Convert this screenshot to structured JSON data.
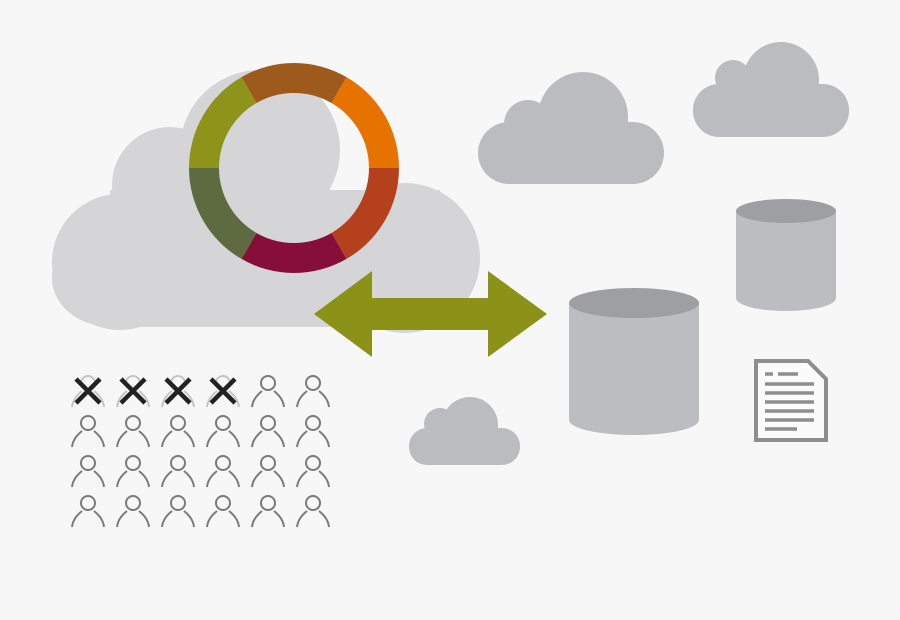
{
  "colors": {
    "background": "#f7f7f7",
    "large_cloud": "#d5d5d7",
    "small_cloud": "#bbbcbf",
    "cylinder_body": "#bcbdc0",
    "cylinder_top": "#9e9fa2",
    "arrow": "#8c9117",
    "person_stroke": "#7a7a7a",
    "cross": "#222222",
    "document_stroke": "#8e8e8e"
  },
  "ring": {
    "segments": [
      {
        "name": "top",
        "color": "#9d5a1c"
      },
      {
        "name": "upper-right",
        "color": "#e67200"
      },
      {
        "name": "lower-right",
        "color": "#b4401c"
      },
      {
        "name": "bottom",
        "color": "#880e3a"
      },
      {
        "name": "lower-left",
        "color": "#5e6b40"
      },
      {
        "name": "upper-left",
        "color": "#8e9419"
      }
    ]
  },
  "people": {
    "rows": 4,
    "columns": 6,
    "crossed_out": 4
  }
}
